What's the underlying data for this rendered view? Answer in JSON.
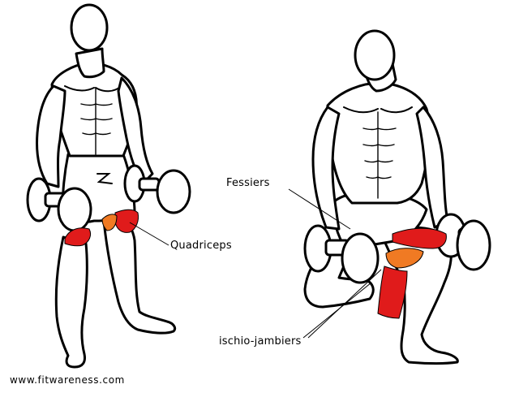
{
  "labels": {
    "fessiers": "Fessiers",
    "quadriceps": "Quadriceps",
    "ischio_jambiers": "ischio-jambiers"
  },
  "watermark": "www.fitwareness.com",
  "colors": {
    "primary_muscle": "#e01b1b",
    "secondary_muscle": "#f07a23",
    "outline": "#000000",
    "background": "#ffffff"
  }
}
